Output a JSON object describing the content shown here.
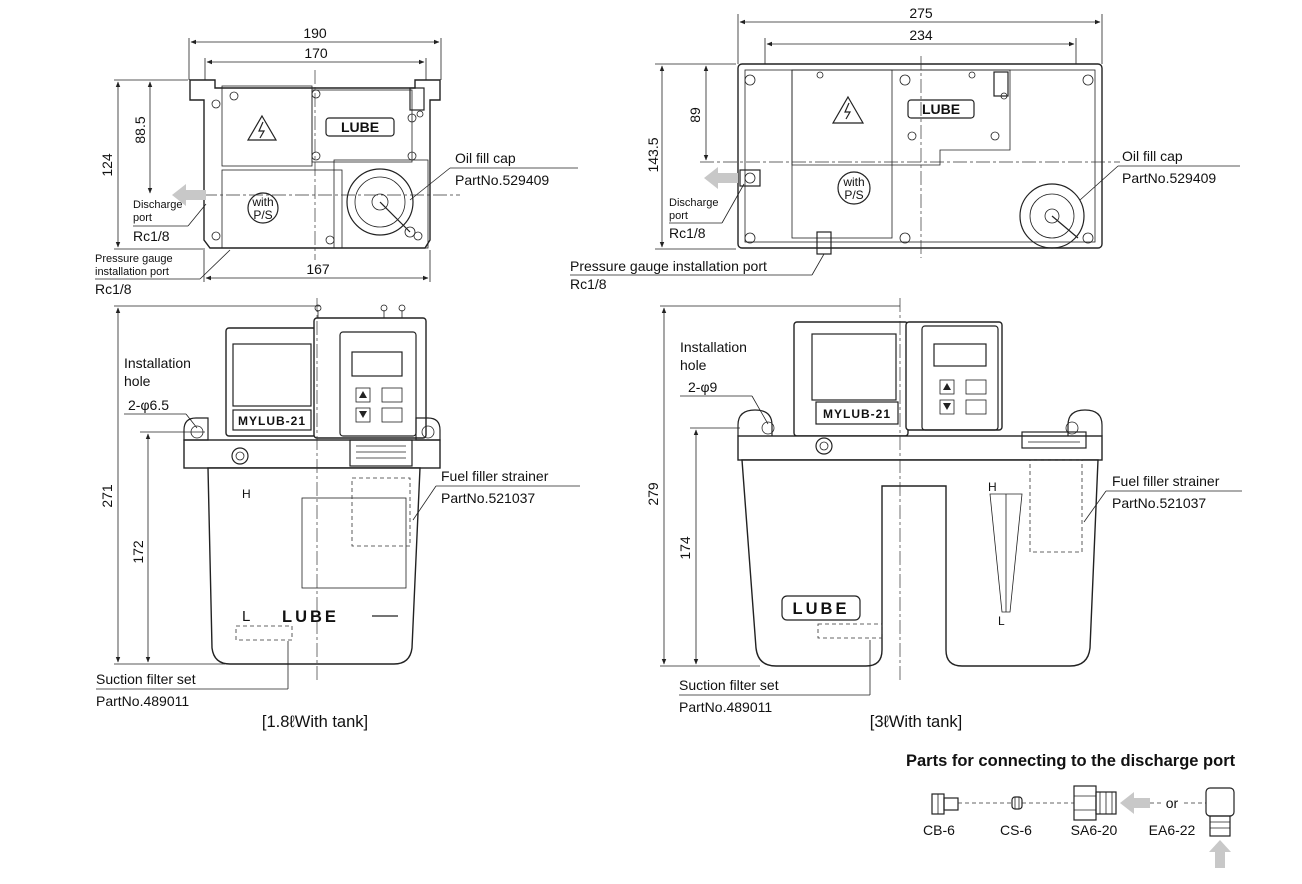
{
  "top_left": {
    "dims": {
      "width_outer": "190",
      "width_inner": "170",
      "height_outer": "124",
      "height_inner": "88.5",
      "base_width": "167"
    },
    "oil_fill_cap": {
      "label": "Oil fill cap",
      "part": "PartNo.529409"
    },
    "discharge_port": {
      "line1": "Discharge",
      "line2": "port",
      "thread": "Rc1/8"
    },
    "pressure_gauge": {
      "line1": "Pressure gauge",
      "line2": "installation port",
      "thread": "Rc1/8"
    },
    "brand": "LUBE",
    "badge_top": "with",
    "badge_bottom": "P/S"
  },
  "top_right": {
    "dims": {
      "width_outer": "275",
      "width_inner": "234",
      "height_outer": "143.5",
      "height_inner": "89"
    },
    "oil_fill_cap": {
      "label": "Oil fill cap",
      "part": "PartNo.529409"
    },
    "discharge_port": {
      "line1": "Discharge",
      "line2": "port",
      "thread": "Rc1/8"
    },
    "pressure_gauge": {
      "label": "Pressure gauge installation port",
      "thread": "Rc1/8"
    },
    "brand": "LUBE",
    "badge_top": "with",
    "badge_bottom": "P/S"
  },
  "front_left": {
    "dims": {
      "height_outer": "271",
      "height_inner": "172"
    },
    "installation_hole": {
      "line1": "Installation",
      "line2": "hole",
      "spec": "2-φ6.5"
    },
    "fuel_filler": {
      "label": "Fuel filler strainer",
      "part": "PartNo.521037"
    },
    "suction_filter": {
      "label": "Suction filter set",
      "part": "PartNo.489011"
    },
    "model_plate": "MYLUB-21",
    "brand": "LUBE",
    "level_high": "H",
    "level_low": "L",
    "caption": "[1.8ℓWith tank]"
  },
  "front_right": {
    "dims": {
      "height_outer": "279",
      "height_inner": "174"
    },
    "installation_hole": {
      "line1": "Installation",
      "line2": "hole",
      "spec": "2-φ9"
    },
    "fuel_filler": {
      "label": "Fuel filler strainer",
      "part": "PartNo.521037"
    },
    "suction_filter": {
      "label": "Suction filter set",
      "part": "PartNo.489011"
    },
    "model_plate": "MYLUB-21",
    "brand": "LUBE",
    "level_high": "H",
    "level_low": "L",
    "caption": "[3ℓWith tank]"
  },
  "parts": {
    "title": "Parts for connecting to the discharge port",
    "items": [
      "CB-6",
      "CS-6",
      "SA6-20",
      "EA6-22"
    ],
    "or_label": "or"
  }
}
